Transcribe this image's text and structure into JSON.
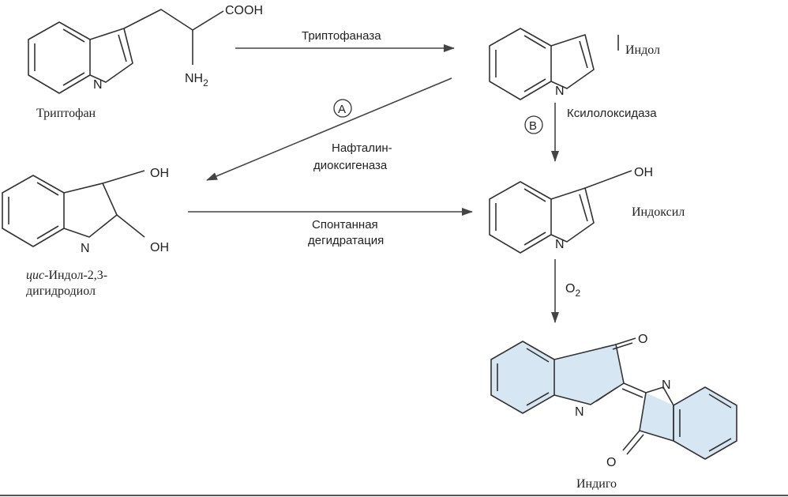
{
  "compounds": {
    "tryptophan": {
      "name": "Триптофан",
      "cooh": "COOH",
      "nh2_base": "NH",
      "nh2_sub": "2",
      "n": "N"
    },
    "indole": {
      "name": "Индол",
      "n": "N"
    },
    "diol": {
      "name_italic": "цис",
      "name_line1": "-Индол-2,3-",
      "name_line2": "дигидродиол",
      "oh_top": "OH",
      "oh_bottom": "OH",
      "n": "N"
    },
    "indoxyl": {
      "name": "Индоксил",
      "oh": "OH",
      "n": "N"
    },
    "indigo": {
      "name": "Индиго",
      "o_top": "O",
      "o_bottom": "O",
      "n_left": "N",
      "n_right": "N"
    }
  },
  "reactions": {
    "tryptophanase": {
      "label": "Триптофаназа"
    },
    "a": {
      "marker": "A",
      "label_line1": "Нафталин-",
      "label_line2": "диоксигеназа"
    },
    "b": {
      "marker": "B",
      "label": "Ксилолоксидаза"
    },
    "spontaneous": {
      "label_line1": "Спонтанная",
      "label_line2": "дегидратация"
    },
    "oxidation": {
      "reagent_base": "O",
      "reagent_sub": "2"
    }
  },
  "colors": {
    "indigo_fill": "#d7e6f3",
    "line": "#333333"
  }
}
